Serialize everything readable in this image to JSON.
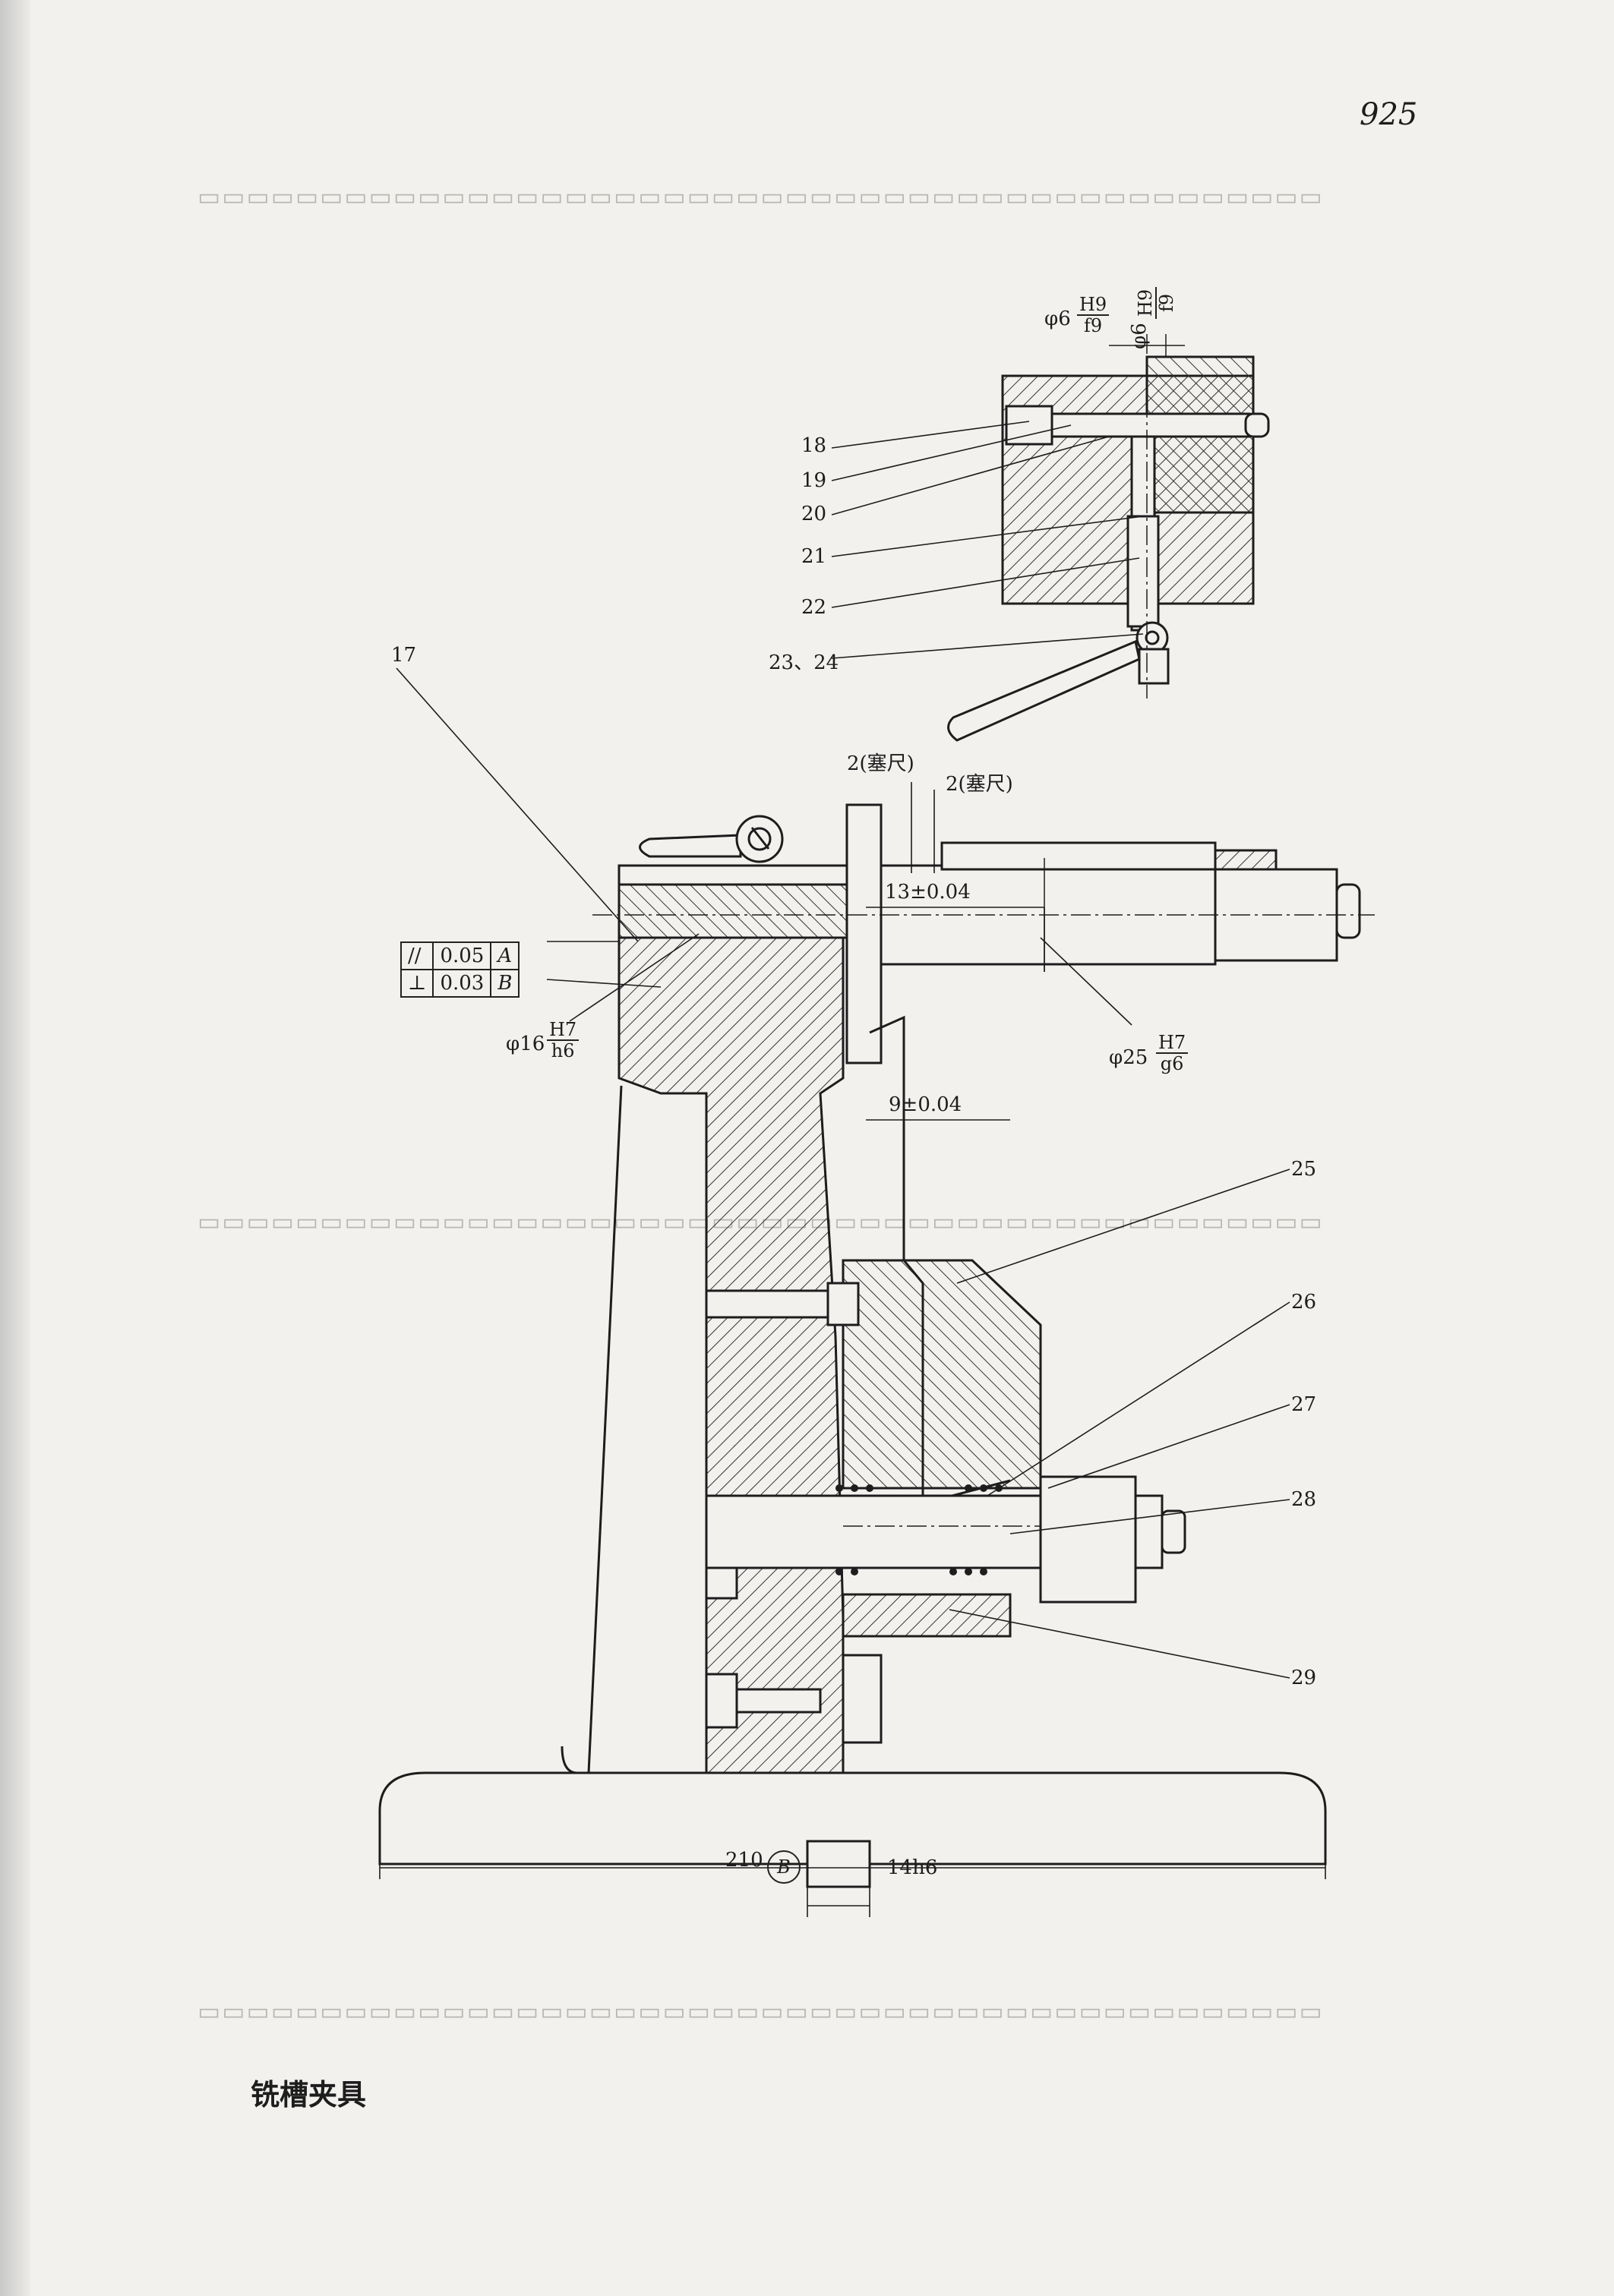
{
  "page": {
    "number": "925",
    "caption": "铣槽夹具"
  },
  "part_labels": [
    "17",
    "18",
    "19",
    "20",
    "21",
    "22",
    "23、24",
    "25",
    "26",
    "27",
    "28",
    "29"
  ],
  "dimensions": {
    "gauge_1": "2(塞尺)",
    "gauge_2": "2(塞尺)",
    "dim_13": "13±0.04",
    "dim_9": "9±0.04",
    "dim_210": "210",
    "dim_14h6": "14h6",
    "datum_B": "B"
  },
  "fits": {
    "phi6_left": {
      "prefix": "φ6",
      "num": "H9",
      "den": "f9"
    },
    "phi6_right": {
      "prefix": "φ6",
      "num": "H9",
      "den": "f9"
    },
    "phi16": {
      "prefix": "φ16",
      "num": "H7",
      "den": "h6"
    },
    "phi25": {
      "prefix": "φ25",
      "num": "H7",
      "den": "g6"
    }
  },
  "tolerance_frame": [
    {
      "symbol": "//",
      "value": "0.05",
      "datum": "A"
    },
    {
      "symbol": "⊥",
      "value": "0.03",
      "datum": "B"
    }
  ],
  "colors": {
    "paper": "#f2f1ee",
    "ink": "#1d1d1d",
    "show_through": "#b9b7b2"
  }
}
